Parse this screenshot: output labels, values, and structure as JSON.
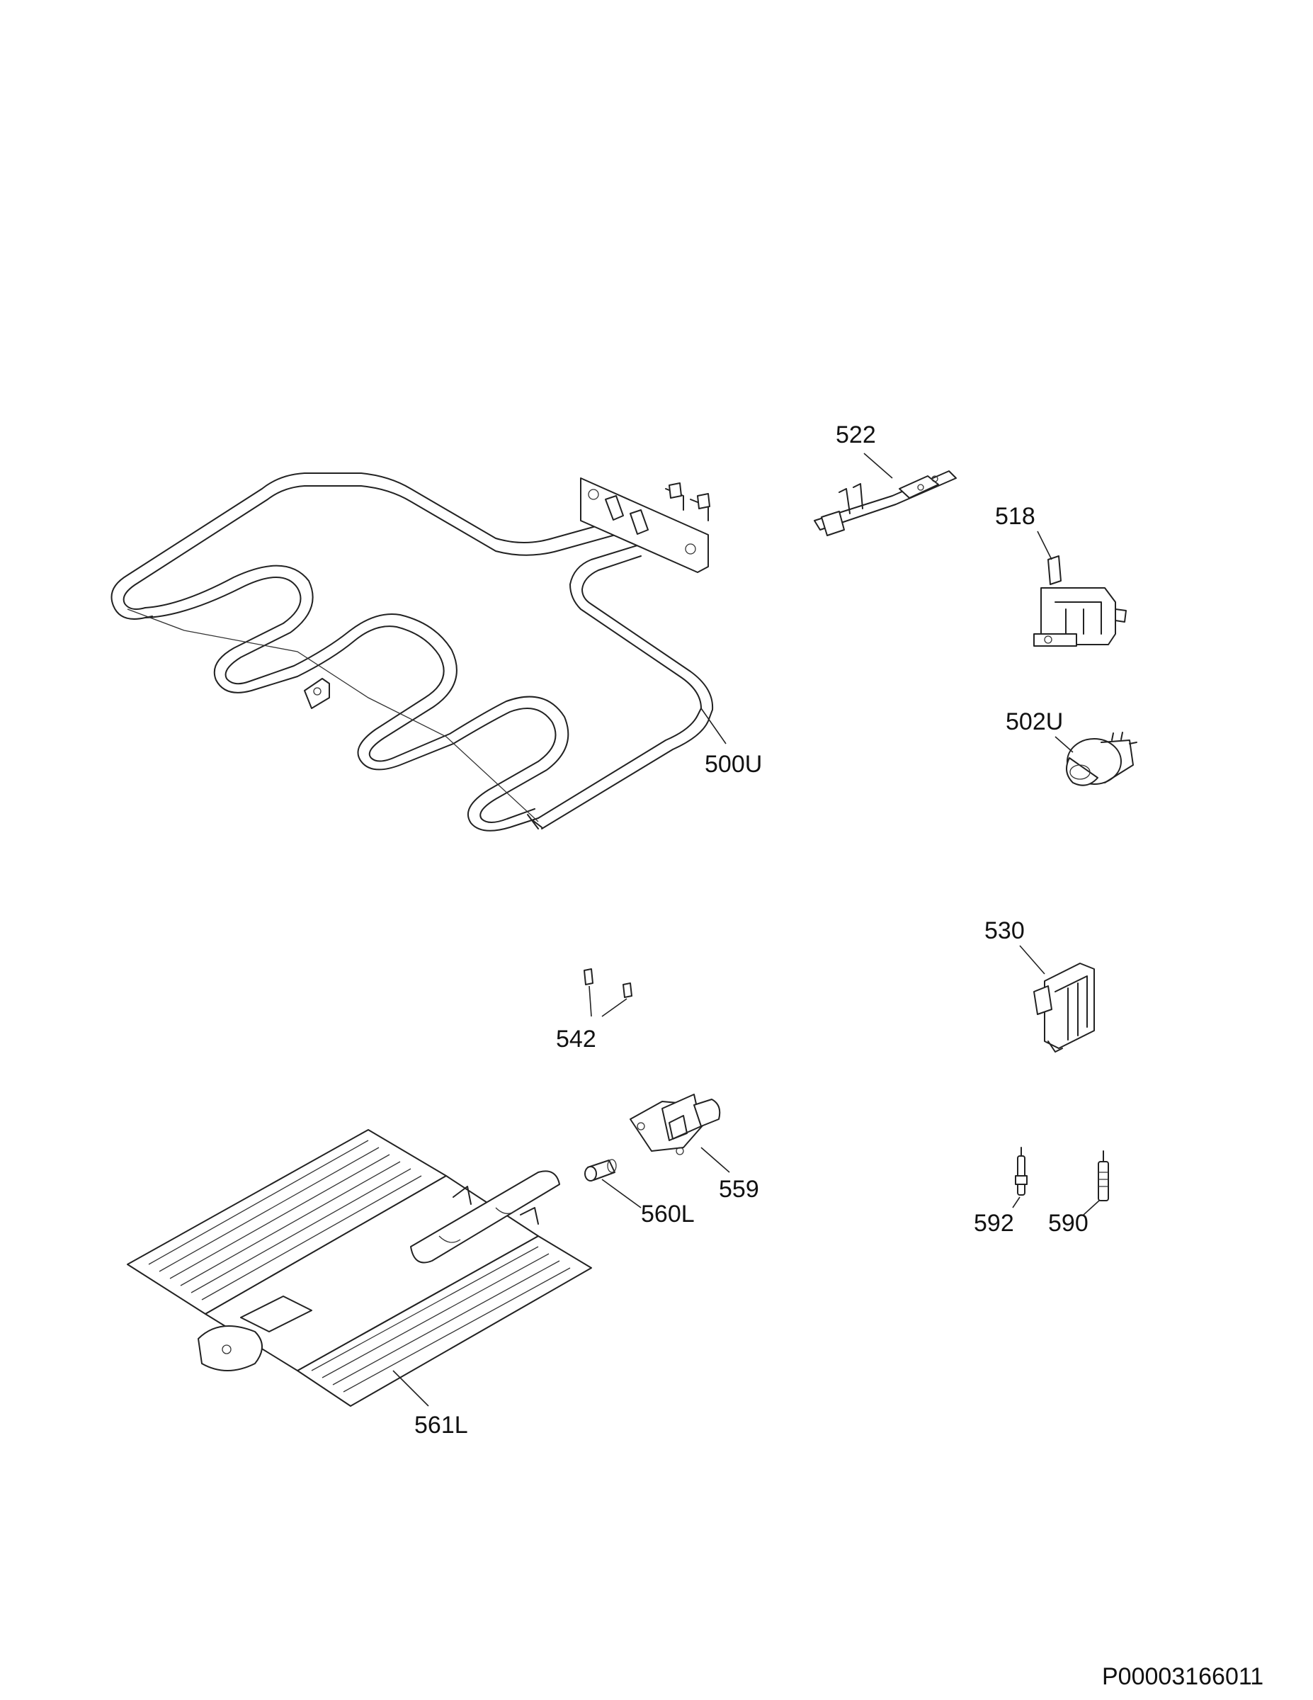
{
  "parts": [
    {
      "id": "p500U",
      "label": "500U",
      "desc": "upper heating element"
    },
    {
      "id": "p522",
      "label": "522",
      "desc": "terminal bracket"
    },
    {
      "id": "p518",
      "label": "518",
      "desc": "thermal fuse"
    },
    {
      "id": "p502U",
      "label": "502U",
      "desc": "lamp assembly"
    },
    {
      "id": "p530",
      "label": "530",
      "desc": "switch"
    },
    {
      "id": "p542",
      "label": "542",
      "desc": "clips"
    },
    {
      "id": "p559",
      "label": "559",
      "desc": "valve bracket"
    },
    {
      "id": "p560L",
      "label": "560L",
      "desc": "injector nozzle"
    },
    {
      "id": "p561L",
      "label": "561L",
      "desc": "burner with bottom plate"
    },
    {
      "id": "p592",
      "label": "592",
      "desc": "thermocouple"
    },
    {
      "id": "p590",
      "label": "590",
      "desc": "spark electrode"
    }
  ],
  "drawing_code": "P00003166011"
}
